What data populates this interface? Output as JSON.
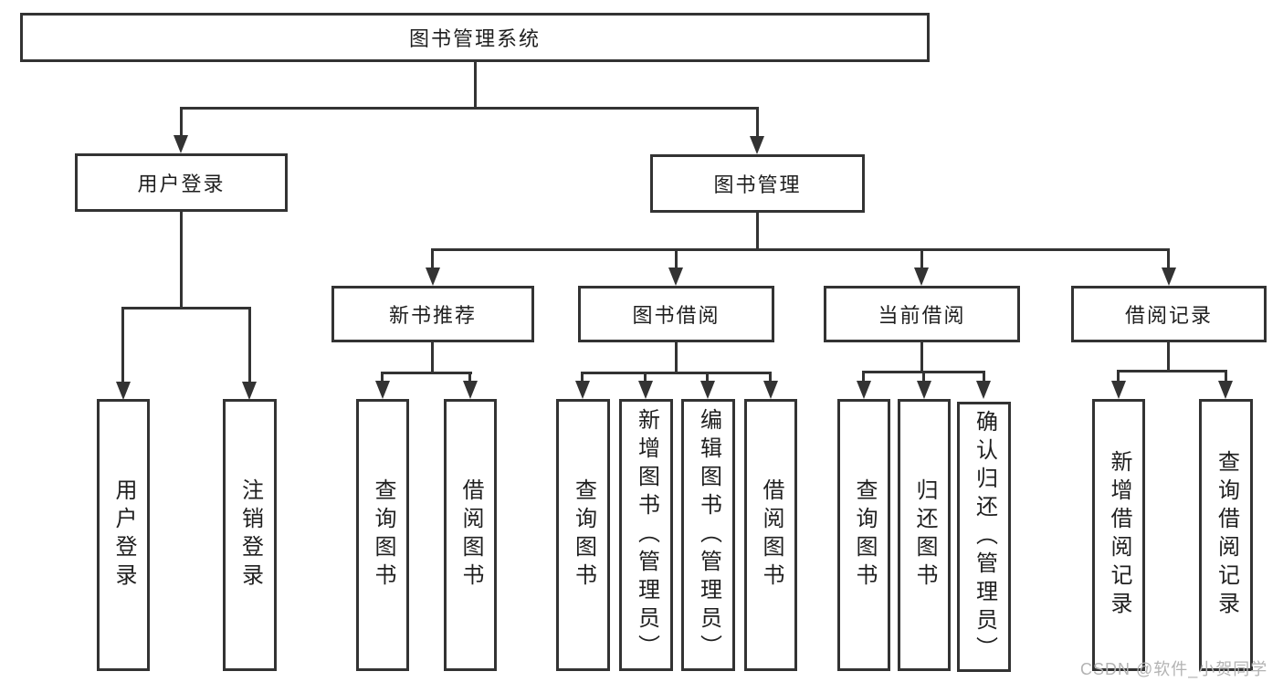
{
  "diagram": {
    "watermark": "CSDN @软件_小贺同学",
    "colors": {
      "line": "#333333",
      "text": "#1f1f1f",
      "background": "#ffffff",
      "watermark": "#b3b3b3"
    },
    "tree": {
      "label": "图书管理系统",
      "children": [
        {
          "label": "用户登录",
          "children": [
            {
              "label": "用户登录"
            },
            {
              "label": "注销登录"
            }
          ]
        },
        {
          "label": "图书管理",
          "children": [
            {
              "label": "新书推荐",
              "children": [
                {
                  "label": "查询图书"
                },
                {
                  "label": "借阅图书"
                }
              ]
            },
            {
              "label": "图书借阅",
              "children": [
                {
                  "label": "查询图书"
                },
                {
                  "label": "新增图书（管理员）"
                },
                {
                  "label": "编辑图书（管理员）"
                },
                {
                  "label": "借阅图书"
                }
              ]
            },
            {
              "label": "当前借阅",
              "children": [
                {
                  "label": "查询图书"
                },
                {
                  "label": "归还图书"
                },
                {
                  "label": "确认归还（管理员）"
                }
              ]
            },
            {
              "label": "借阅记录",
              "children": [
                {
                  "label": "新增借阅记录"
                },
                {
                  "label": "查询借阅记录"
                }
              ]
            }
          ]
        }
      ]
    }
  }
}
